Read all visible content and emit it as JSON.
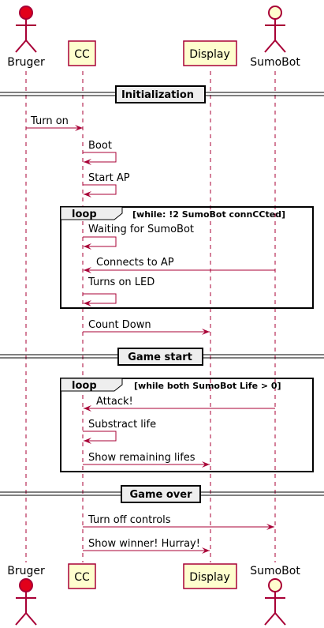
{
  "participants": {
    "bruger": {
      "name": "Bruger",
      "kind": "actor"
    },
    "cc": {
      "name": "CC",
      "kind": "box"
    },
    "display": {
      "name": "Display",
      "kind": "box"
    },
    "sumobot": {
      "name": "SumoBot",
      "kind": "actor"
    }
  },
  "sections": {
    "init": "Initialization",
    "start": "Game start",
    "over": "Game over"
  },
  "loops": {
    "loop1": {
      "keyword": "loop",
      "condition": "[while: !2 SumoBot connCCted]"
    },
    "loop2": {
      "keyword": "loop",
      "condition": "[while both SumoBot Life > 0]"
    }
  },
  "messages": {
    "m1": "Turn on",
    "m2": "Boot",
    "m3": "Start AP",
    "m4": "Waiting for SumoBot",
    "m5": "Connects to AP",
    "m6": "Turns on LED",
    "m7": "Count Down",
    "m8": "Attack!",
    "m9": "Substract life",
    "m10": "Show remaining lifes",
    "m11": "Turn off controls",
    "m12": "Show winner! Hurray!"
  },
  "colors": {
    "arrow": "#A80036",
    "box_fill": "#FEFECE",
    "bruger_actor": "#E2001A",
    "sumobot_actor": "#FEFECE",
    "section_fill": "#EEEEEE"
  }
}
